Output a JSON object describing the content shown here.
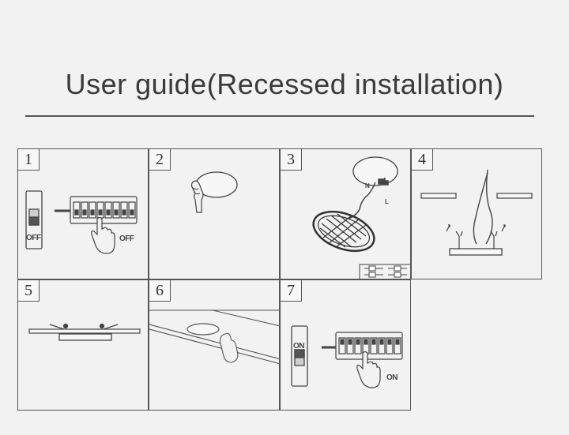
{
  "title": "User guide(Recessed installation)",
  "steps": [
    {
      "number": "1",
      "labels": {
        "breaker": "OFF",
        "switch": "OFF"
      }
    },
    {
      "number": "2"
    },
    {
      "number": "3",
      "labels": {
        "n": "N",
        "l": "L"
      }
    },
    {
      "number": "4"
    },
    {
      "number": "5"
    },
    {
      "number": "6"
    },
    {
      "number": "7",
      "labels": {
        "breaker": "ON",
        "switch": "ON"
      }
    }
  ]
}
